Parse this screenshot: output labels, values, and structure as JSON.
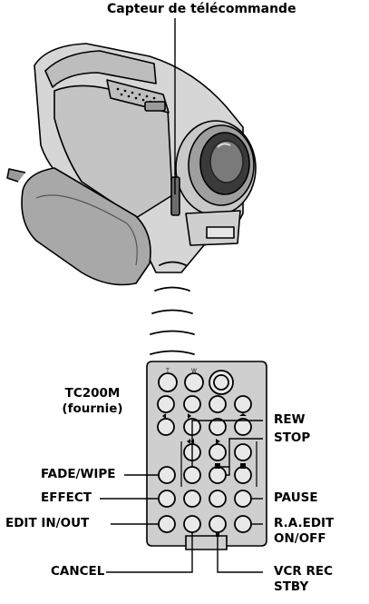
{
  "labels": {
    "capteur": "Capteur de télécommande",
    "model_line1": "TC200M",
    "model_line2": "(fournie)",
    "fade_wipe": "FADE/WIPE",
    "effect": "EFFECT",
    "edit_in_out": "EDIT IN/OUT",
    "cancel": "CANCEL",
    "rew": "REW",
    "stop": "STOP",
    "pause": "PAUSE",
    "ra_edit_line1": "R.A.EDIT",
    "ra_edit_line2": "ON/OFF",
    "vcr_rec_line1": "VCR REC",
    "vcr_rec_line2": "STBY"
  },
  "remote_button_marks": {
    "t": "T",
    "w": "W"
  },
  "colors": {
    "ink": "#000000",
    "camera_body": "#d6d6d6",
    "remote_body": "#cfcfcf",
    "button_fill": "#e8e8e8"
  }
}
